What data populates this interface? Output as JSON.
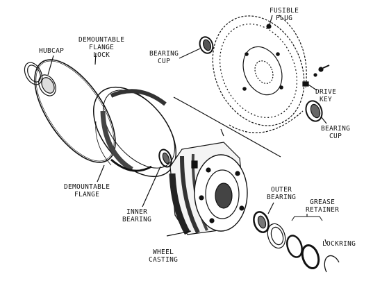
{
  "labels": {
    "hubcap": "HUBCAP",
    "flange_lock": [
      "DEMOUNTABLE",
      "FLANGE",
      "LOCK"
    ],
    "bearing_cup_top": [
      "BEARING",
      "CUP"
    ],
    "fusible_plug": [
      "FUSIBLE",
      "PLUG"
    ],
    "drive_key": [
      "DRIVE",
      "KEY"
    ],
    "bearing_cup_right": [
      "BEARING",
      "CUP"
    ],
    "demountable_flange": [
      "DEMOUNTABLE",
      "FLANGE"
    ],
    "inner_bearing": [
      "INNER",
      "BEARING"
    ],
    "outer_bearing": [
      "OUTER",
      "BEARING"
    ],
    "grease_retainer": [
      "GREASE",
      "RETAINER"
    ],
    "lockring": "LOCKRING",
    "wheel_casting": [
      "WHEEL",
      "CASTING"
    ]
  },
  "colors": {
    "ink": "#111111",
    "paper": "#ffffff"
  }
}
